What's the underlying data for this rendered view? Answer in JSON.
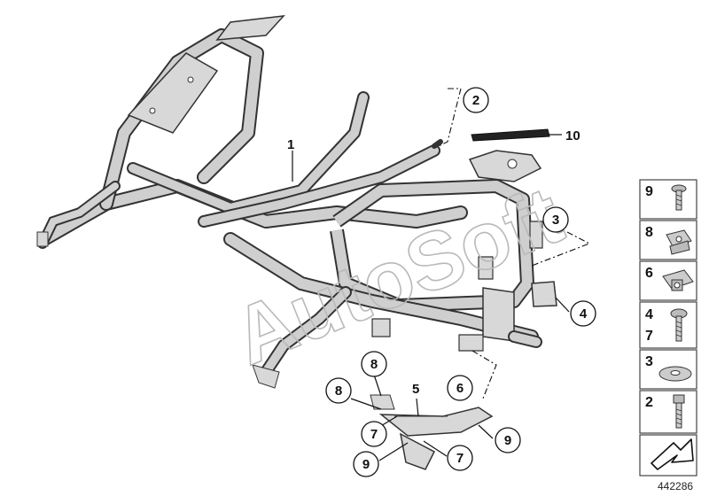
{
  "diagram": {
    "id_text": "442286",
    "watermark_text": "AutoSoft",
    "callouts": [
      {
        "id": "c-1",
        "text": "1",
        "style": "plain"
      },
      {
        "id": "c-2",
        "text": "2",
        "style": "circle"
      },
      {
        "id": "c-10",
        "text": "10",
        "style": "plain"
      },
      {
        "id": "c-3",
        "text": "3",
        "style": "circle"
      },
      {
        "id": "c-4",
        "text": "4",
        "style": "circle"
      },
      {
        "id": "c-8a",
        "text": "8",
        "style": "circle"
      },
      {
        "id": "c-6",
        "text": "6",
        "style": "circle"
      },
      {
        "id": "c-8b",
        "text": "8",
        "style": "circle"
      },
      {
        "id": "c-5",
        "text": "5",
        "style": "plain"
      },
      {
        "id": "c-7a",
        "text": "7",
        "style": "circle"
      },
      {
        "id": "c-9a",
        "text": "9",
        "style": "circle"
      },
      {
        "id": "c-7b",
        "text": "7",
        "style": "circle"
      },
      {
        "id": "c-9b",
        "text": "9",
        "style": "circle"
      }
    ]
  },
  "legend": {
    "cells": [
      {
        "numbers": [
          "9"
        ],
        "icon": "screw-icon"
      },
      {
        "numbers": [
          "8"
        ],
        "icon": "clip-nut-icon"
      },
      {
        "numbers": [
          "6"
        ],
        "icon": "cage-nut-icon"
      },
      {
        "numbers": [
          "4",
          "7"
        ],
        "icon": "screw-icon"
      },
      {
        "numbers": [
          "3"
        ],
        "icon": "washer-icon"
      },
      {
        "numbers": [
          "2"
        ],
        "icon": "bolt-icon"
      },
      {
        "numbers": [],
        "icon": "arrow-icon"
      }
    ]
  },
  "colors": {
    "tube_fill": "#c9c9c9",
    "tube_stroke": "#333333",
    "plate_fill": "#d8d8d8",
    "legend_border": "#444444",
    "watermark": "#b9b9b9"
  }
}
